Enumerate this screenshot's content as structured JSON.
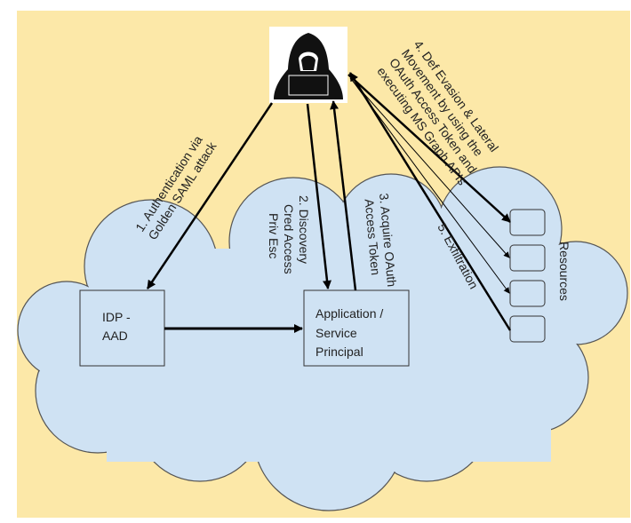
{
  "colors": {
    "background": "#fce8a8",
    "cloud": "#cfe2f3",
    "outline": "#444444",
    "arrow": "#000000"
  },
  "icons": {
    "attacker": "hooded-hacker-icon"
  },
  "nodes": {
    "idp": [
      "IDP -",
      "AAD"
    ],
    "app": [
      "Application /",
      "Service",
      "Principal"
    ],
    "resources_label": "Resources"
  },
  "edges": {
    "step1": [
      "1. Authentication via",
      "Golden SAML attack"
    ],
    "step2": [
      "2. Discovery",
      "Cred Access",
      "Priv Esc"
    ],
    "step3": [
      "3. Acquire OAuth",
      "Access Token"
    ],
    "step4": [
      "4. Def Evasion & Lateral",
      "Movement by using the",
      "OAuth Access Token and",
      "executing MS Graph APIs"
    ],
    "step5": [
      "5. Exfiltration"
    ]
  }
}
